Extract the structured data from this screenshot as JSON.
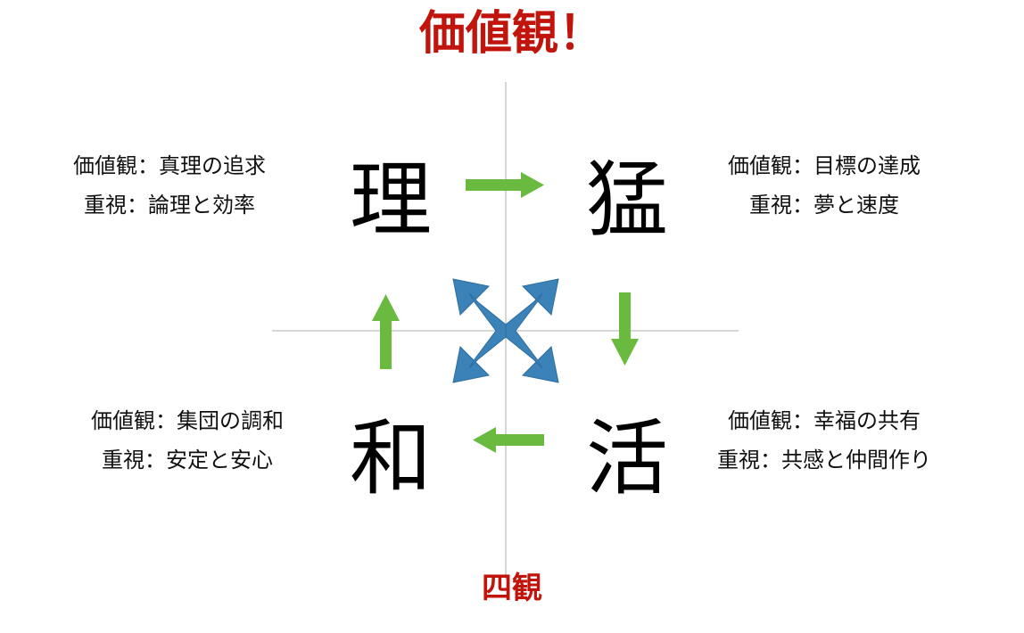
{
  "title": "価値観！",
  "footer": "四観",
  "colors": {
    "title": "#c0140c",
    "cycle_arrow": "#69ba3f",
    "cross_arrow": "#3a82b8",
    "axis": "#c8c8c8"
  },
  "quadrants": {
    "top_left": {
      "kanji": "理",
      "value_line": "価値観：真理の追求",
      "focus_line": "重視：論理と効率"
    },
    "top_right": {
      "kanji": "猛",
      "value_line": "価値観：目標の達成",
      "focus_line": "重視：夢と速度"
    },
    "bottom_left": {
      "kanji": "和",
      "value_line": "価値観：集団の調和",
      "focus_line": "重視：安定と安心"
    },
    "bottom_right": {
      "kanji": "活",
      "value_line": "価値観：幸福の共有",
      "focus_line": "重視：共感と仲間作り"
    }
  },
  "icons": {
    "cycle_arrows": [
      "arrow-right-icon",
      "arrow-down-icon",
      "arrow-left-icon",
      "arrow-up-icon"
    ],
    "cross_arrows": "four-way-diagonal-arrow-icon"
  }
}
